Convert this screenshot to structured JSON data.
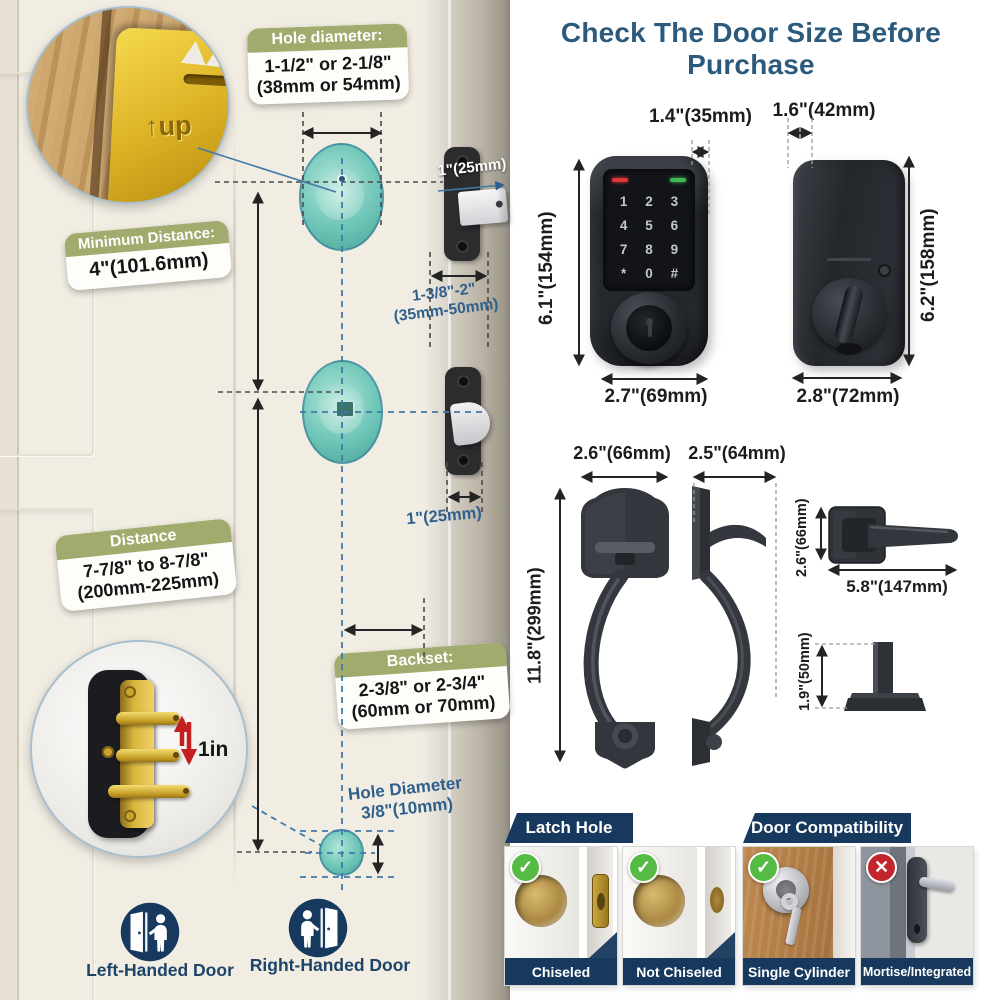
{
  "title": "Check The Door Size Before Purchase",
  "colors": {
    "title_blue": "#2b5a7c",
    "banner_navy": "#17395d",
    "olive_header": "#a1ab6d",
    "annotation_blue": "#2f5f8d",
    "teal_hole": "#63c3b4",
    "check_green": "#55bb45",
    "cross_red": "#c2262c",
    "arrow_red": "#c41e1e"
  },
  "door": {
    "hole_diameter_label": {
      "header": "Hole diameter:",
      "line1": "1-1/2\" or 2-1/8\"",
      "line2": "(38mm or 54mm)"
    },
    "min_distance_label": {
      "header": "Minimum Distance:",
      "value": "4\"(101.6mm)"
    },
    "distance_label": {
      "header": "Distance",
      "line1": "7-7/8\" to 8-7/8\"",
      "line2": "(200mm-225mm)"
    },
    "backset_label": {
      "header": "Backset:",
      "line1": "2-3/8\" or 2-3/4\"",
      "line2": "(60mm or 70mm)"
    },
    "small_hole_label": {
      "line1": "Hole Diameter",
      "line2": "3/8\"(10mm)"
    },
    "latch1_width": "1\"(25mm)",
    "door_thickness": {
      "line1": "1-3/8\"-2\"",
      "line2": "(35mm-50mm)"
    },
    "latch2_width": "1\"(25mm)",
    "adjustable_label": "1in",
    "up_mark": "↑up",
    "left_handed": "Left-Handed Door",
    "right_handed": "Right-Handed Door"
  },
  "products": {
    "keypad_lock": {
      "top_width": "1.4\"(35mm)",
      "height": "6.1\"(154mm)",
      "bottom_width": "2.7\"(69mm)",
      "keys": [
        "1",
        "2",
        "3",
        "4",
        "5",
        "6",
        "7",
        "8",
        "9",
        "*",
        "0",
        "#"
      ]
    },
    "interior_lock": {
      "top_width": "1.6\"(42mm)",
      "height": "6.2\"(158mm)",
      "bottom_width": "2.8\"(72mm)"
    },
    "handleset": {
      "front_width": "2.6\"(66mm)",
      "side_width": "2.5\"(64mm)",
      "height": "11.8\"(299mm)"
    },
    "lever": {
      "rose_height": "2.6\"(66mm)",
      "length": "5.8\"(147mm)",
      "projection": "1.9\"(50mm)"
    }
  },
  "sections": {
    "latch_hole": {
      "title": "Latch Hole",
      "items": [
        {
          "label": "Chiseled",
          "status": "ok"
        },
        {
          "label": "Not Chiseled",
          "status": "ok"
        }
      ]
    },
    "door_compatibility": {
      "title": "Door Compatibility",
      "items": [
        {
          "label": "Single Cylinder",
          "status": "ok"
        },
        {
          "label": "Mortise/Integrated",
          "status": "no"
        }
      ]
    }
  }
}
